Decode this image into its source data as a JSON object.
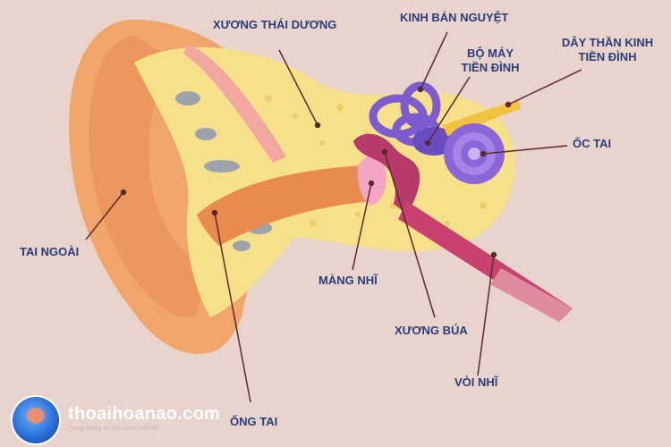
{
  "labels": {
    "xuong_thai_duong": "XƯƠNG THÁI DƯƠNG",
    "kinh_ban_nguyet": "KINH BÁN NGUYỆT",
    "bo_may_line1": "BỘ MÁY",
    "bo_may_line2": "TIỀN ĐÌNH",
    "day_than_kinh_line1": "DÂY THẦN KINH",
    "day_than_kinh_line2": "TIỀN ĐÌNH",
    "oc_tai": "ỐC TAI",
    "tai_ngoai": "TAI NGOÀI",
    "mang_nhi": "MÀNG NHĨ",
    "xuong_bua": "XƯƠNG BÚA",
    "voi_nhi": "VÒI NHĨ",
    "ong_tai": "ỐNG TAI"
  },
  "brand": {
    "name": "thoaihoanao.com",
    "tagline": "Trang thông tin sức khỏe não bộ"
  },
  "colors": {
    "background": "#e8d4cc",
    "label_text": "#2a3d7a",
    "leader_line": "#5a2a2a",
    "outer_ear": "#f0a56a",
    "bone": "#f7e08a",
    "canal": "#e98a4e",
    "cochlea": "#8a66d6",
    "eardrum": "#b73a6a"
  }
}
